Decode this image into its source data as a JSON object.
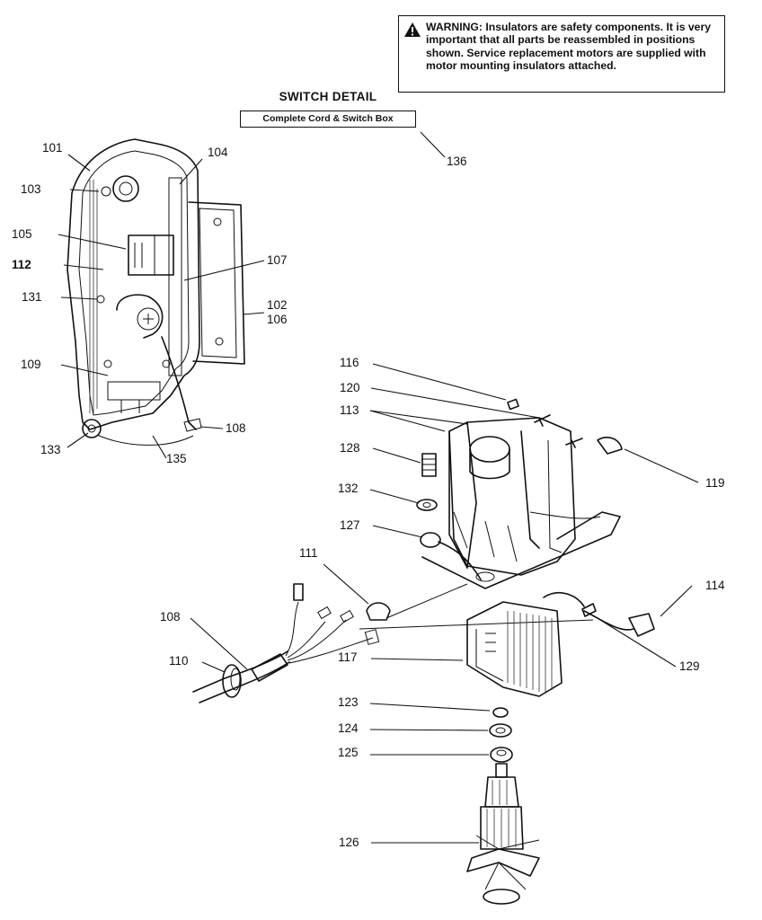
{
  "warning": {
    "title": "WARNING:",
    "text": "Insulators are safety components. It is very important that all parts be reassembled in positions shown. Service replacement motors are supplied with motor mounting insulators attached.",
    "icon": "warning-triangle-icon"
  },
  "switch_detail": {
    "title": "SWITCH DETAIL",
    "box_label": "Complete Cord & Switch Box"
  },
  "callouts": [
    {
      "id": "101",
      "label": "101"
    },
    {
      "id": "103",
      "label": "103"
    },
    {
      "id": "104",
      "label": "104"
    },
    {
      "id": "105",
      "label": "105"
    },
    {
      "id": "112",
      "label": "112"
    },
    {
      "id": "107",
      "label": "107"
    },
    {
      "id": "131",
      "label": "131"
    },
    {
      "id": "102",
      "label": "102"
    },
    {
      "id": "106",
      "label": "106"
    },
    {
      "id": "109",
      "label": "109"
    },
    {
      "id": "108a",
      "label": "108"
    },
    {
      "id": "133",
      "label": "133"
    },
    {
      "id": "135",
      "label": "135"
    },
    {
      "id": "136",
      "label": "136"
    },
    {
      "id": "116",
      "label": "116"
    },
    {
      "id": "120",
      "label": "120"
    },
    {
      "id": "113",
      "label": "113"
    },
    {
      "id": "128",
      "label": "128"
    },
    {
      "id": "119",
      "label": "119"
    },
    {
      "id": "132",
      "label": "132"
    },
    {
      "id": "127",
      "label": "127"
    },
    {
      "id": "111",
      "label": "111"
    },
    {
      "id": "114",
      "label": "114"
    },
    {
      "id": "108b",
      "label": "108"
    },
    {
      "id": "110",
      "label": "110"
    },
    {
      "id": "117",
      "label": "117"
    },
    {
      "id": "129",
      "label": "129"
    },
    {
      "id": "123",
      "label": "123"
    },
    {
      "id": "124",
      "label": "124"
    },
    {
      "id": "125",
      "label": "125"
    },
    {
      "id": "126",
      "label": "126"
    }
  ]
}
